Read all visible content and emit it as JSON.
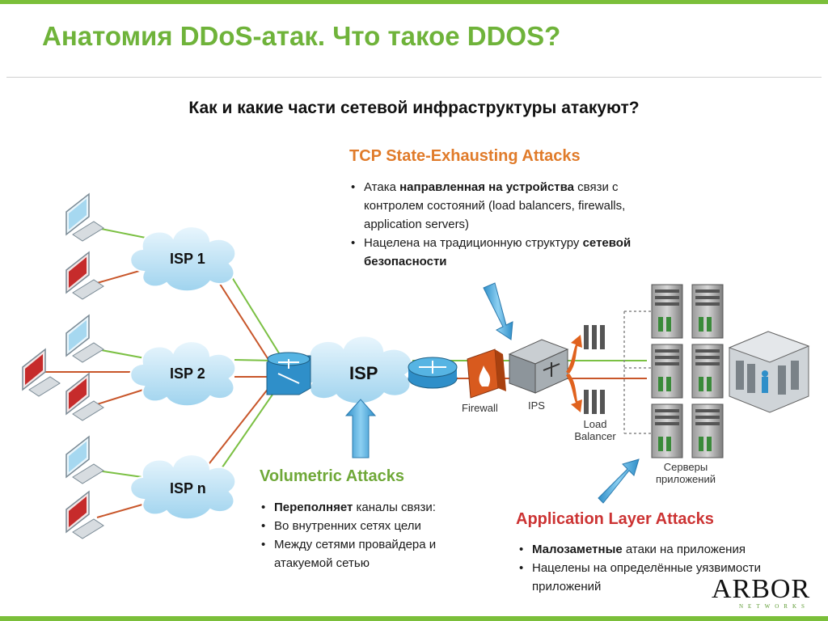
{
  "title": "Анатомия DDoS-атак. Что такое DDOS?",
  "subtitle": "Как и какие части сетевой инфраструктуры атакуют?",
  "tcp": {
    "heading": "TCP State-Exhausting Attacks",
    "b1_pre": "Атака ",
    "b1_bold": "направленная на устройства",
    "b1_rest": " связи с контролем состояний (load balancers, firewalls, application servers)",
    "b2_pre": "Нацелена на традиционную структуру ",
    "b2_bold": "сетевой безопасности"
  },
  "volumetric": {
    "heading": "Volumetric Attacks",
    "b1_bold": "Переполняет",
    "b1_rest": " каналы связи:",
    "b2": "Во внутренних сетях цели",
    "b3": "Между сетями провайдера и атакуемой сетью"
  },
  "application": {
    "heading": "Application Layer Attacks",
    "b1_bold": "Малозаметные",
    "b1_rest": " атаки на приложения",
    "b2": "Нацелены на определённые уязвимости приложений"
  },
  "diagram": {
    "isp1": "ISP 1",
    "isp2": "ISP 2",
    "ispn": "ISP n",
    "isp": "ISP",
    "firewall": "Firewall",
    "ips": "IPS",
    "load_balancer_1": "Load",
    "load_balancer_2": "Balancer",
    "servers_1": "Серверы",
    "servers_2": "приложений"
  },
  "logo": {
    "name": "ARBOR",
    "sub": "NETWORKS"
  },
  "colors": {
    "accent_green": "#6fb33a",
    "orange": "#e07b2a",
    "red": "#cc3333",
    "attack_line": "#c8562a",
    "legit_line": "#7bc043"
  },
  "icons": [
    "computer-icon",
    "cloud-icon",
    "router-icon",
    "firewall-icon",
    "ips-icon",
    "server-icon",
    "datacenter-icon",
    "arrow-icon"
  ]
}
